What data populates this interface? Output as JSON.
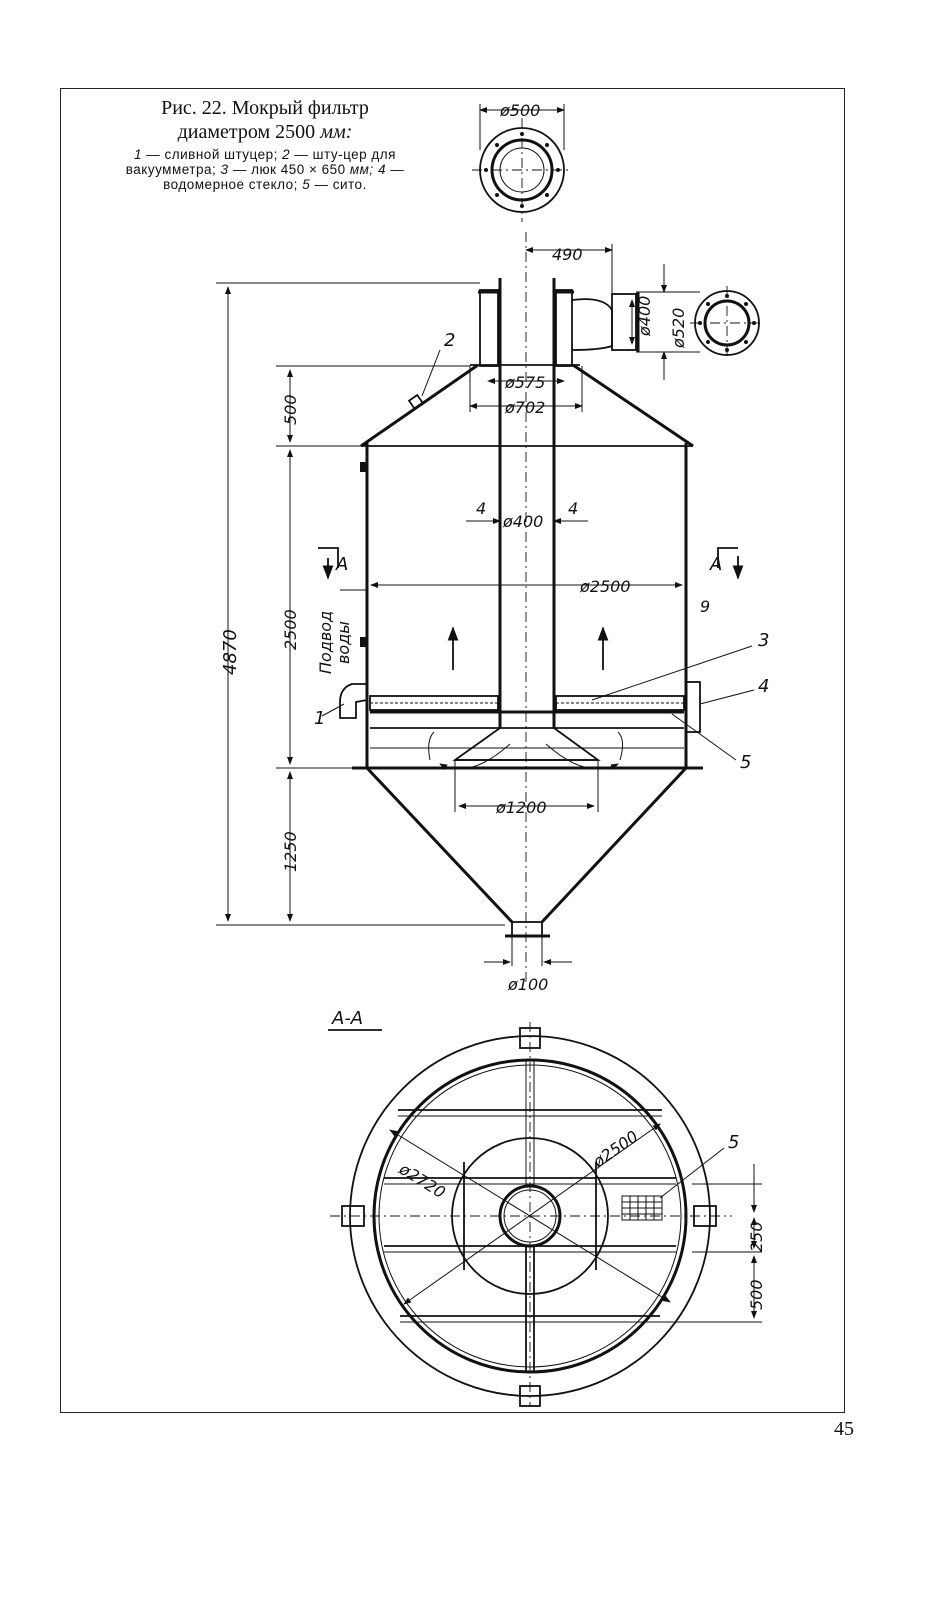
{
  "caption": {
    "title_line1": "Рис. 22. Мокрый фильтр",
    "title_line2": "диаметром 2500",
    "title_unit": "мм:",
    "legend": [
      {
        "num": "1",
        "text": "— сливной штуцер;"
      },
      {
        "num": "2",
        "text": "— шту-цер для вакуумметра;"
      },
      {
        "num": "3",
        "text": "— люк 450 × 650"
      },
      {
        "unit": "мм;"
      },
      {
        "num": "4",
        "text": "— водомерное стекло;"
      },
      {
        "num": "5",
        "text": "— сито."
      }
    ]
  },
  "dimensions": {
    "d500_top": "ø500",
    "w490": "490",
    "d400_side": "ø400",
    "d520": "ø520",
    "d575": "ø575",
    "d702": "ø702",
    "h500": "500",
    "h4870": "4870",
    "h2500": "2500",
    "h1250": "1250",
    "wall_left": "4",
    "wall_right": "4",
    "d400_pipe": "ø400",
    "d2500_shell": "ø2500",
    "d1200": "ø1200",
    "d100": "ø100",
    "d2720_plan": "ø2720",
    "d2500_plan": "ø2500",
    "v250": "250",
    "v500": "500"
  },
  "labels": {
    "section_left": "A",
    "section_right": "A",
    "section_title": "A-A",
    "water_inlet_line1": "Подвод",
    "water_inlet_line2": "воды",
    "num_1": "1",
    "num_2": "2",
    "num_3": "3",
    "num_4": "4",
    "num_5": "5",
    "num_5_plan": "5",
    "num_9": "9"
  },
  "page_number": "45"
}
